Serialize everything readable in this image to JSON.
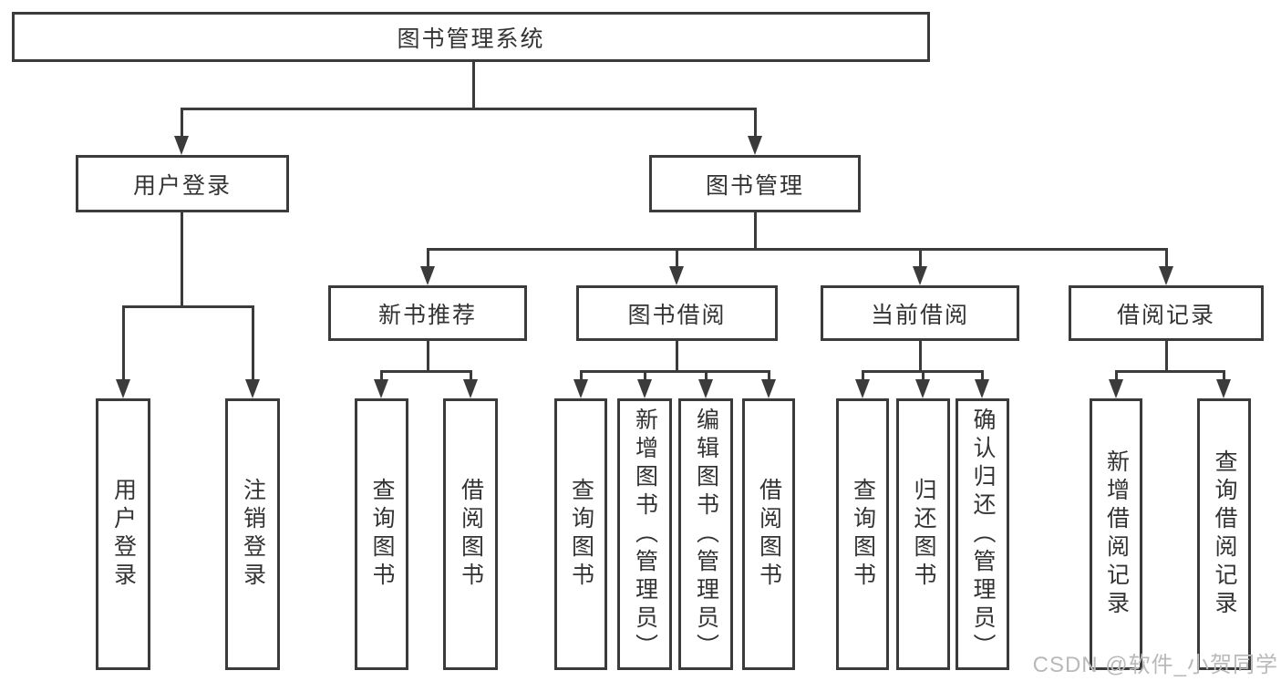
{
  "colors": {
    "line": "#3b3b3b",
    "text": "#333333",
    "watermark": "#b9b9b9",
    "background": "#ffffff"
  },
  "watermark": "CSDN @软件_小贺同学",
  "tree": {
    "label": "图书管理系统",
    "children": [
      {
        "label": "用户登录",
        "children": [
          {
            "label": "用户登录"
          },
          {
            "label": "注销登录"
          }
        ]
      },
      {
        "label": "图书管理",
        "children": [
          {
            "label": "新书推荐",
            "children": [
              {
                "label": "查询图书"
              },
              {
                "label": "借阅图书"
              }
            ]
          },
          {
            "label": "图书借阅",
            "children": [
              {
                "label": "查询图书"
              },
              {
                "label": "新增图书（管理员）"
              },
              {
                "label": "编辑图书（管理员）"
              },
              {
                "label": "借阅图书"
              }
            ]
          },
          {
            "label": "当前借阅",
            "children": [
              {
                "label": "查询图书"
              },
              {
                "label": "归还图书"
              },
              {
                "label": "确认归还（管理员）"
              }
            ]
          },
          {
            "label": "借阅记录",
            "children": [
              {
                "label": "新增借阅记录"
              },
              {
                "label": "查询借阅记录"
              }
            ]
          }
        ]
      }
    ]
  }
}
